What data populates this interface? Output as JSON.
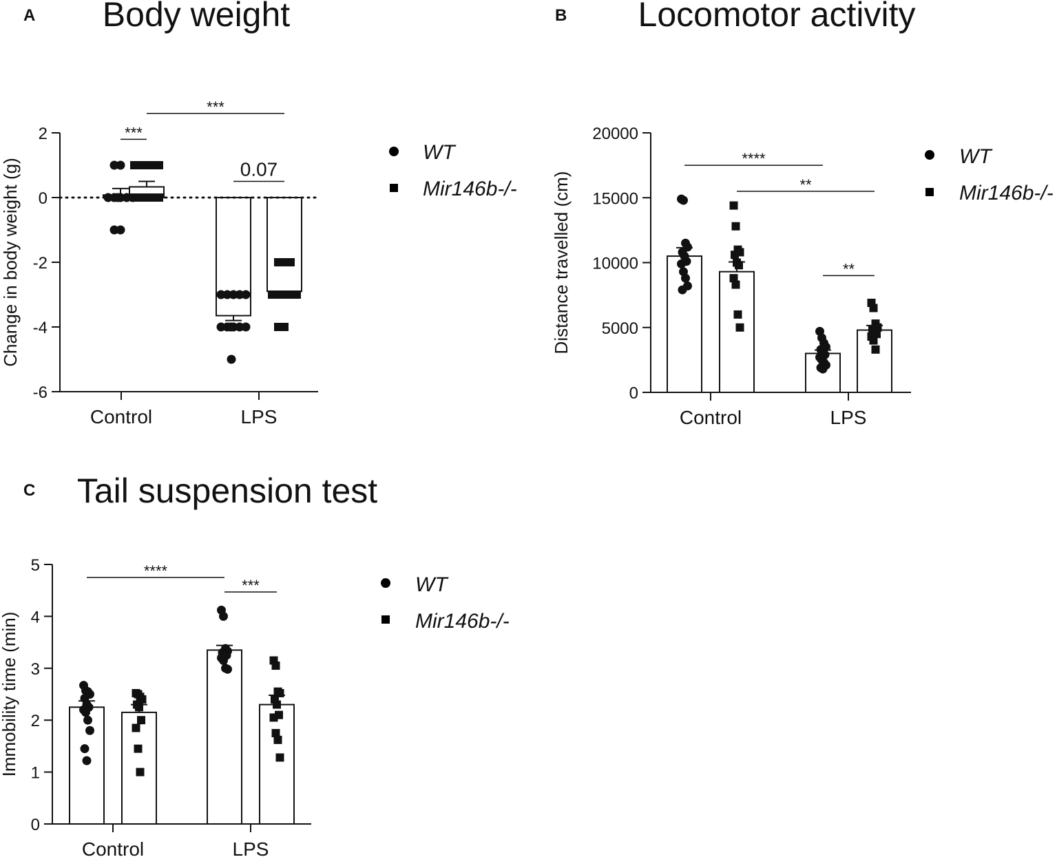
{
  "colors": {
    "ink": "#111111",
    "bar_fill": "#ffffff",
    "background": "#ffffff"
  },
  "legend": {
    "series": [
      {
        "name": "WT",
        "marker": "circle"
      },
      {
        "name": "Mir146b-/-",
        "marker": "square"
      }
    ]
  },
  "chart_data": [
    {
      "id": "A",
      "panel_label": "A",
      "type": "bar",
      "title": "Body weight",
      "ylabel": "Change in body weight (g)",
      "ylim": [
        -6,
        2
      ],
      "yticks": [
        2,
        0,
        -2,
        -4,
        -6
      ],
      "categories": [
        "Control",
        "LPS"
      ],
      "zero_line": "dotted",
      "series": [
        {
          "name": "WT",
          "marker": "circle",
          "means": [
            0.08,
            -3.65
          ],
          "sem": [
            0.2,
            0.15
          ],
          "points": [
            [
              1,
              1,
              0,
              0,
              0,
              0,
              0,
              0,
              -1,
              -1
            ],
            [
              -3,
              -3,
              -3,
              -3,
              -3,
              -4,
              -4,
              -4,
              -4,
              -4,
              -4,
              -5
            ]
          ]
        },
        {
          "name": "Mir146b-/-",
          "marker": "square",
          "means": [
            0.33,
            -2.9
          ],
          "sem": [
            0.17,
            0.2
          ],
          "points": [
            [
              1,
              1,
              1,
              1,
              1,
              0,
              0,
              0,
              0,
              0,
              0,
              0
            ],
            [
              -2,
              -2,
              -2,
              -3,
              -3,
              -3,
              -3,
              -3,
              -4,
              -4
            ]
          ]
        }
      ],
      "significance": [
        {
          "from": [
            0,
            0
          ],
          "to": [
            0,
            1
          ],
          "label": "***",
          "y": 1.8
        },
        {
          "from": [
            0,
            1
          ],
          "to": [
            1,
            1
          ],
          "label": "***",
          "y": 2.6
        },
        {
          "from": [
            1,
            0
          ],
          "to": [
            1,
            1
          ],
          "label": "0.07",
          "y": 0.5
        }
      ]
    },
    {
      "id": "B",
      "panel_label": "B",
      "type": "bar",
      "title": "Locomotor activity",
      "ylabel": "Distance travelled (cm)",
      "ylim": [
        0,
        20000
      ],
      "yticks": [
        20000,
        15000,
        10000,
        5000,
        0
      ],
      "categories": [
        "Control",
        "LPS"
      ],
      "series": [
        {
          "name": "WT",
          "marker": "circle",
          "means": [
            10500,
            3000
          ],
          "sem": [
            650,
            260
          ],
          "points": [
            [
              14900,
              14800,
              11500,
              11200,
              10800,
              10500,
              10100,
              9900,
              9300,
              8800,
              8200,
              7900
            ],
            [
              4700,
              4200,
              3800,
              3500,
              3300,
              3100,
              2900,
              2700,
              2500,
              2300,
              2100,
              1900,
              1800
            ]
          ]
        },
        {
          "name": "Mir146b-/-",
          "marker": "square",
          "means": [
            9300,
            4800
          ],
          "sem": [
            750,
            350
          ],
          "points": [
            [
              14400,
              12800,
              11000,
              10800,
              10600,
              10000,
              9800,
              8800,
              8300,
              6000,
              5000
            ],
            [
              6900,
              6500,
              5300,
              5000,
              4800,
              4700,
              4500,
              4300,
              4000,
              3300
            ]
          ]
        }
      ],
      "significance": [
        {
          "from": [
            0,
            0
          ],
          "to": [
            1,
            0
          ],
          "label": "****",
          "y": 17500
        },
        {
          "from": [
            0,
            1
          ],
          "to": [
            1,
            1
          ],
          "label": "**",
          "y": 15500
        },
        {
          "from": [
            1,
            0
          ],
          "to": [
            1,
            1
          ],
          "label": "**",
          "y": 9000
        }
      ]
    },
    {
      "id": "C",
      "panel_label": "C",
      "type": "bar",
      "title": "Tail suspension test",
      "ylabel": "Immobility time (min)",
      "ylim": [
        0,
        5
      ],
      "yticks": [
        5,
        4,
        3,
        2,
        1,
        0
      ],
      "categories": [
        "Control",
        "LPS"
      ],
      "series": [
        {
          "name": "WT",
          "marker": "circle",
          "means": [
            2.25,
            3.35
          ],
          "sem": [
            0.12,
            0.09
          ],
          "points": [
            [
              2.67,
              2.57,
              2.55,
              2.5,
              2.42,
              2.3,
              2.25,
              2.2,
              2.15,
              2.0,
              1.8,
              1.45,
              1.22
            ],
            [
              4.12,
              4.0,
              3.38,
              3.33,
              3.3,
              3.28,
              3.25,
              3.2,
              3.15,
              3.0,
              2.98
            ]
          ]
        },
        {
          "name": "Mir146b-/-",
          "marker": "square",
          "means": [
            2.15,
            2.3
          ],
          "sem": [
            0.15,
            0.18
          ],
          "points": [
            [
              2.52,
              2.5,
              2.45,
              2.4,
              2.3,
              2.25,
              2.0,
              1.85,
              1.45,
              1.0
            ],
            [
              3.15,
              3.05,
              2.55,
              2.52,
              2.4,
              2.3,
              2.1,
              2.05,
              1.75,
              1.62,
              1.28
            ]
          ]
        }
      ],
      "significance": [
        {
          "from": [
            0,
            0
          ],
          "to": [
            1,
            0
          ],
          "label": "****",
          "y": 4.75
        },
        {
          "from": [
            1,
            0
          ],
          "to": [
            1,
            1
          ],
          "label": "***",
          "y": 4.47
        }
      ]
    }
  ]
}
